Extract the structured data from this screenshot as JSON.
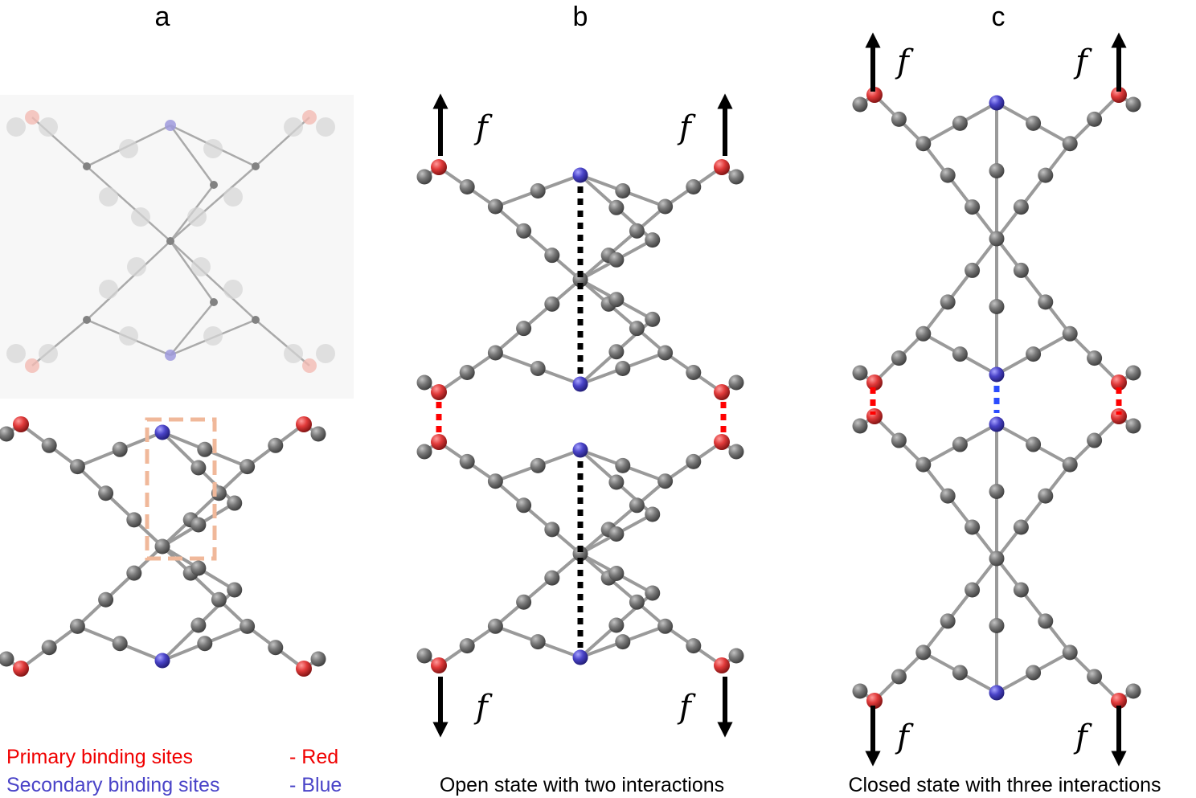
{
  "panels": {
    "a": {
      "label": "a"
    },
    "b": {
      "label": "b",
      "caption": "Open state with two interactions",
      "force": "f"
    },
    "c": {
      "label": "c",
      "caption": "Closed state with three interactions",
      "force": "f"
    }
  },
  "legend": {
    "primary_label": "Primary binding sites",
    "primary_value": "- Red",
    "secondary_label": "Secondary binding sites",
    "secondary_value": "- Blue"
  },
  "colors": {
    "primary_site": "#e03a3a",
    "secondary_site": "#4a44c8",
    "bead": "#6e6e6e",
    "bond": "#9a9a9a",
    "interaction_hexa_axis": "#000000",
    "interaction_primary": "#ff0000",
    "interaction_secondary": "#2a4cff",
    "highlight_box": "#f0b89a"
  }
}
